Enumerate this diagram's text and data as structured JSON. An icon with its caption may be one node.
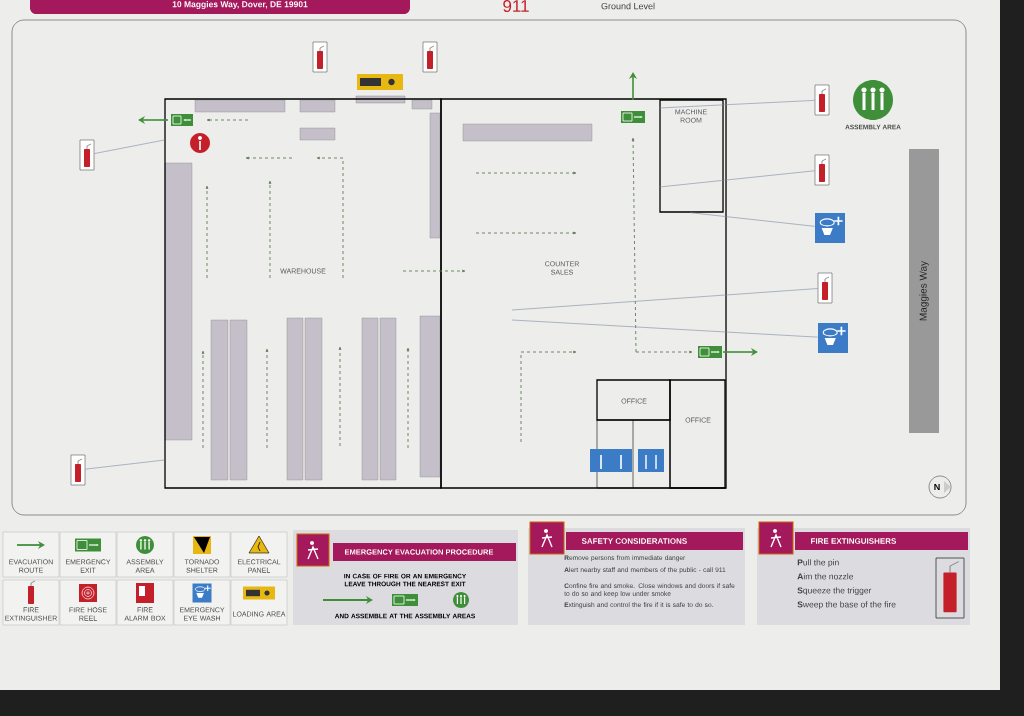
{
  "diagram": {
    "nodes": [
      {
        "text": [
          "WAREHOUSE"
        ]
      },
      {
        "text": [
          "COUNTER SALES"
        ]
      },
      {
        "text": [
          "MACHINE ROOM"
        ],
        "in": 1
      },
      {
        "text": [
          "OFFICE"
        ],
        "in": 1
      },
      {
        "text": [
          "OFFICE"
        ],
        "in": 1
      },
      {
        "text": [
          "Maggies Way"
        ]
      },
      {
        "text": [
          "EMERGENCY EVACUATION PROCEDURE",
          "IN CASE OF FIRE OR AN EMERGENCY LEAVE THROUGH THE NEAREST EXIT",
          "AND ASSEMBLE AT THE ASSEMBLY AREAS"
        ]
      },
      {
        "text": [
          "SAFETY CONSIDERATIONS",
          "**R**emove persons from immediate danger",
          "**A**lert nearby staff and members of the public - call 911",
          "**C**onfine fire and smoke. Close windows and doors if safe to do so and keep low under smoke",
          "**E**xtinguish and control the fire if it is safe to do so."
        ]
      },
      {
        "text": [
          "FIRE EXTINGUISHERS",
          "**P**ull the pin",
          "**A**im the nozzle",
          "**S**queeze the trigger",
          "**S**weep the base of the fire"
        ]
      },
      {
        "text": [],
        "shape": "picture"
      },
      {
        "text": [],
        "shape": "picture"
      },
      {
        "text": [],
        "shape": "picture"
      },
      {
        "text": [],
        "shape": "picture"
      },
      {
        "text": [],
        "shape": "picture"
      },
      {
        "text": [],
        "shape": "picture"
      },
      {
        "text": [],
        "shape": "picture"
      },
      {
        "text": [],
        "shape": "picture"
      },
      {
        "text": [],
        "shape": "picture"
      }
    ],
    "edges": [
      {
        "from": 9,
        "to": 0,
        "arrow": "none"
      },
      {
        "from": 10,
        "to": 0,
        "arrow": "none"
      },
      {
        "from": 13,
        "to": 2,
        "arrow": "none"
      },
      {
        "from": 14,
        "to": 2,
        "arrow": "none"
      },
      {
        "from": 16,
        "to": 2,
        "arrow": "none"
      },
      {
        "from": 15,
        "to": null,
        "arrow": "none"
      },
      {
        "from": 17,
        "to": null,
        "arrow": "none"
      }
    ],
    "labels": [
      "10 Maggies Way, Dover, DE 19901",
      "911",
      "Ground Level",
      "ASSEMBLY AREA",
      "N"
    ],
    "legend": [
      {
        "text": "EVACUATION ROUTE"
      },
      {
        "text": "EMERGENCY EXIT"
      },
      {
        "text": "ASSEMBLY AREA"
      },
      {
        "text": "TORNADO SHELTER"
      },
      {
        "text": "ELECTRICAL PANEL"
      },
      {
        "text": "FIRE EXTINGUISHER"
      },
      {
        "text": "FIRE HOSE REEL"
      },
      {
        "text": "FIRE ALARM BOX"
      },
      {
        "text": "EMERGENCY EYE WASH"
      },
      {
        "text": "LOADING AREA"
      }
    ]
  }
}
